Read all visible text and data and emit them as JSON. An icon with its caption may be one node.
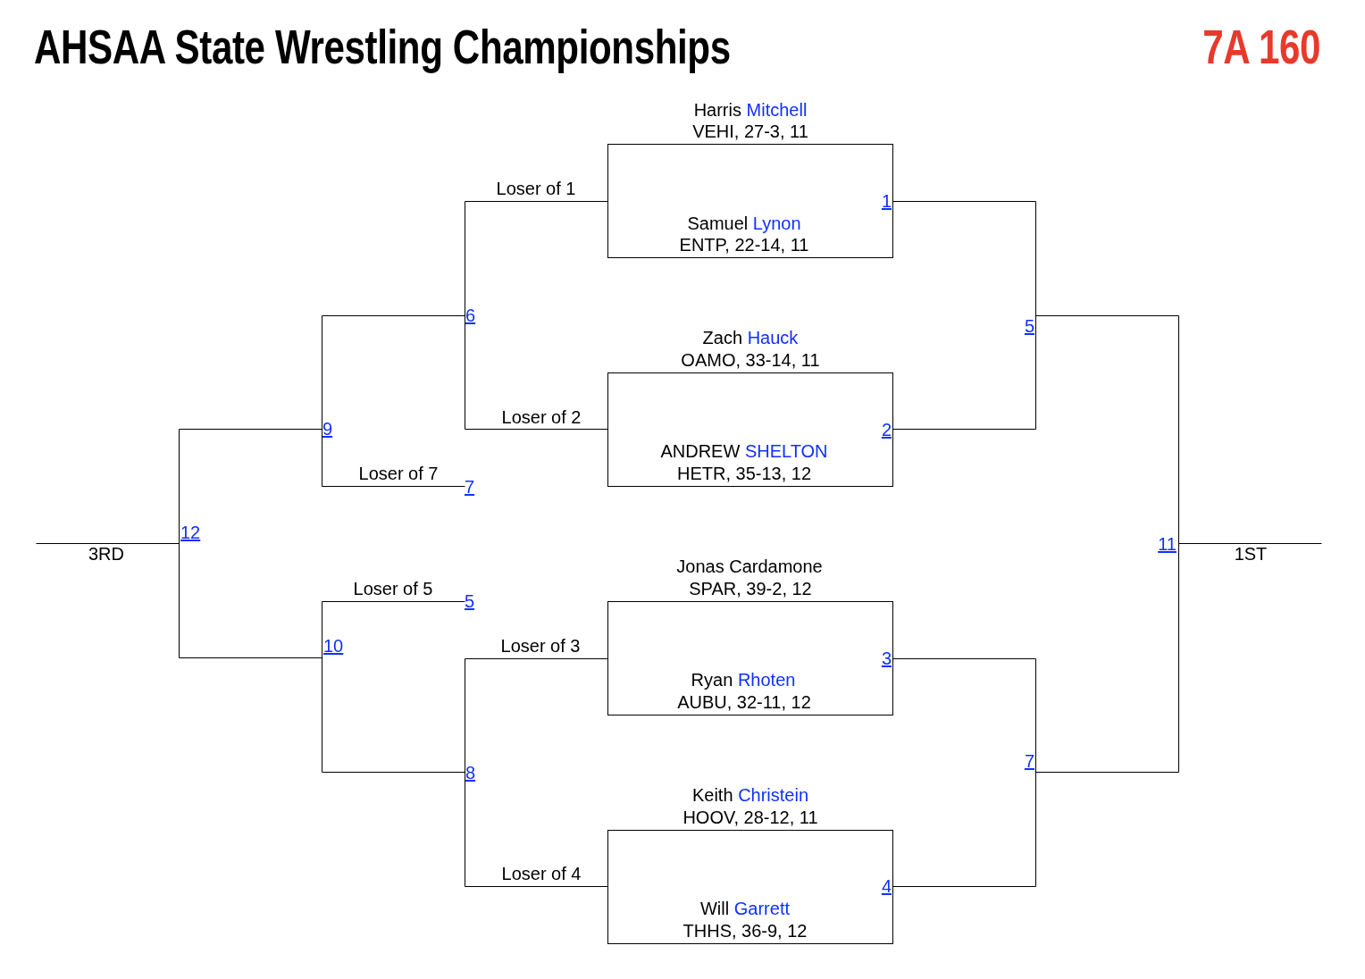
{
  "diagram": {
    "title": "AHSAA State Wrestling Championships",
    "labels": [
      "7A 160",
      "Harris",
      "Mitchell",
      "VEHI, 27-3, 11",
      "Loser of 1",
      "1",
      "Samuel",
      "Lynon",
      "ENTP, 22-14, 11",
      "6",
      "5",
      "Zach",
      "Hauck",
      "OAMO, 33-14, 11",
      "Loser of 2",
      "9",
      "2",
      "ANDREW",
      "SHELTON",
      "Loser of 7",
      "HETR, 35-13, 12",
      "7",
      "12",
      "11",
      "3RD",
      "1ST",
      "Jonas Cardamone",
      "Loser of 5",
      "SPAR, 39-2, 12",
      "5",
      "10",
      "Loser of 3",
      "3",
      "Ryan",
      "Rhoten",
      "AUBU, 32-11, 12",
      "7",
      "8",
      "Keith",
      "Christein",
      "HOOV, 28-12, 11",
      "Loser of 4",
      "4",
      "Will",
      "Garrett",
      "THHS, 36-9, 12"
    ]
  }
}
